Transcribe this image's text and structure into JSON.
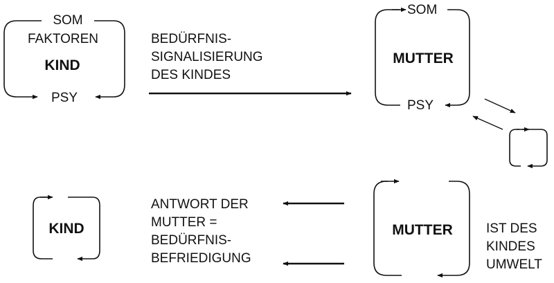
{
  "top_left": {
    "som": "SOM",
    "faktoren": "FAKTOREN",
    "kind": "KIND",
    "psy": "PSY"
  },
  "top_arrow_text": {
    "line1": "BEDÜRFNIS-",
    "line2": "SIGNALISIERUNG",
    "line3": "DES KINDES"
  },
  "top_right": {
    "som": "SOM",
    "mutter": "MUTTER",
    "psy": "PSY"
  },
  "bottom_left": {
    "kind": "KIND"
  },
  "bottom_arrow_text": {
    "line1": "ANTWORT DER",
    "line2": "MUTTER =",
    "line3": "BEDÜRFNIS-",
    "line4": "BEFRIEDIGUNG"
  },
  "bottom_right": {
    "mutter": "MUTTER",
    "note1": "IST DES",
    "note2": "KINDES",
    "note3": "UMWELT"
  },
  "colors": {
    "ink": "#111111",
    "background": "#ffffff"
  }
}
